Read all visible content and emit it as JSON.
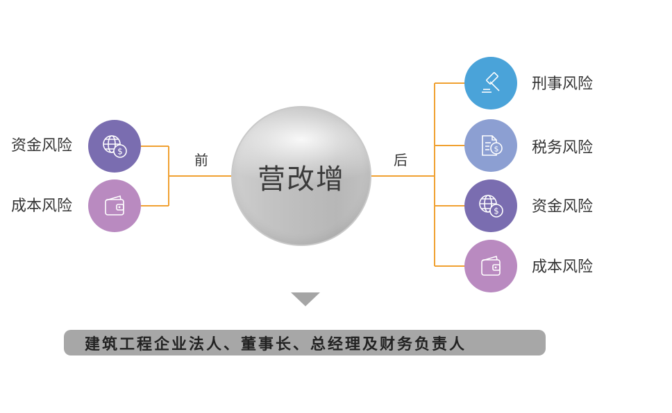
{
  "center": {
    "label": "营改增"
  },
  "edges": {
    "before": "前",
    "after": "后"
  },
  "before_risks": [
    {
      "label": "资金风险",
      "icon": "globe-dollar-icon",
      "color": "#7a6db0"
    },
    {
      "label": "成本风险",
      "icon": "wallet-icon",
      "color": "#b98ac0"
    }
  ],
  "after_risks": [
    {
      "label": "刑事风险",
      "icon": "gavel-icon",
      "color": "#4aa3d9"
    },
    {
      "label": "税务风险",
      "icon": "tax-document-icon",
      "color": "#8c9fd2"
    },
    {
      "label": "资金风险",
      "icon": "globe-dollar-icon",
      "color": "#7a6db0"
    },
    {
      "label": "成本风险",
      "icon": "wallet-icon",
      "color": "#b98ac0"
    }
  ],
  "banner": {
    "text": "建筑工程企业法人、董事长、总经理及财务负责人"
  },
  "colors": {
    "connector": "#f0a030",
    "banner_bg": "#a7a7a7",
    "arrow": "#a5a5a5"
  }
}
